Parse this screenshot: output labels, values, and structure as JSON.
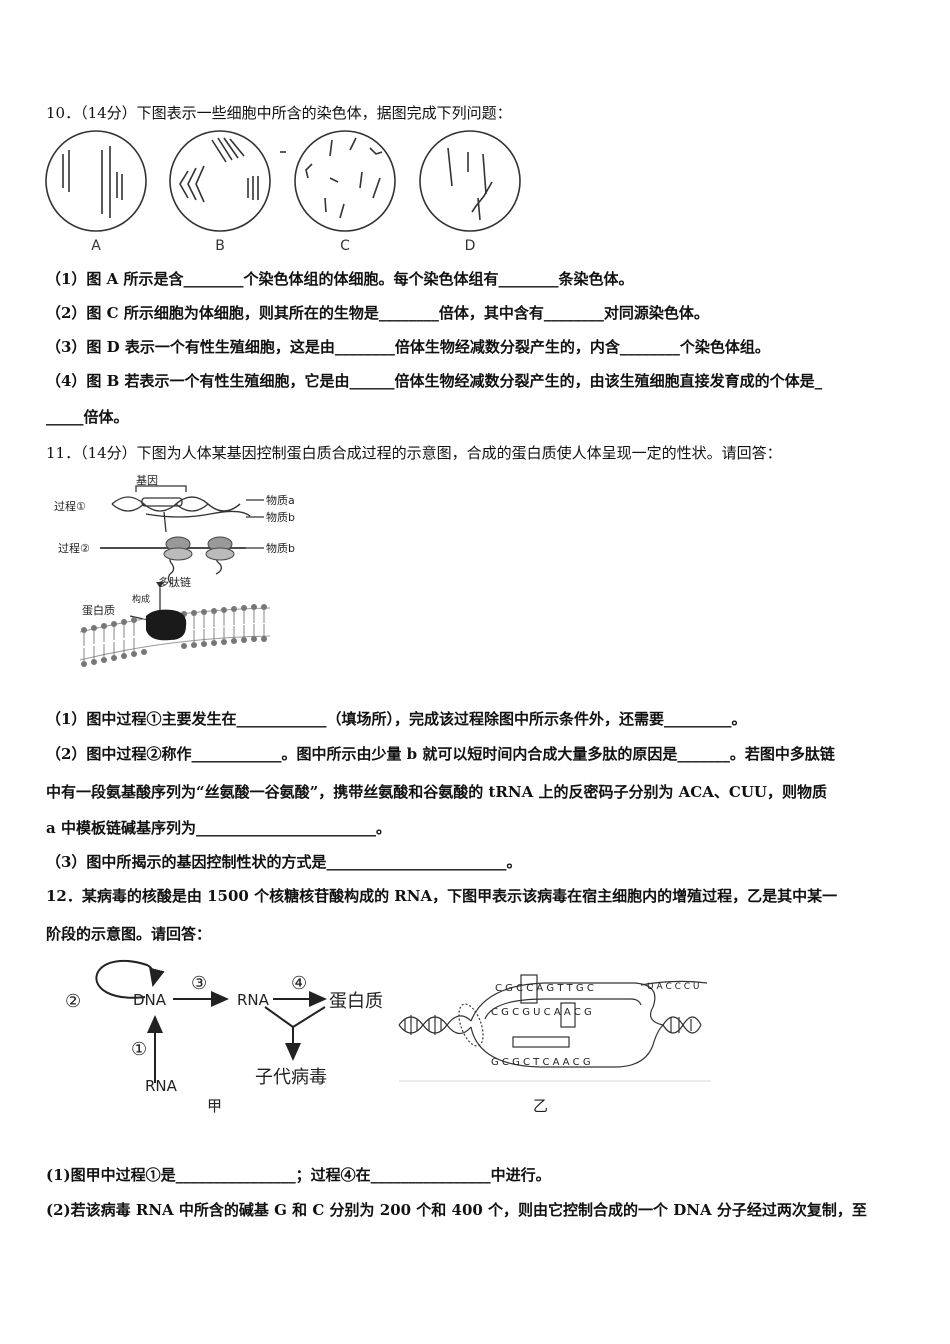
{
  "q10": {
    "stem": "10．（14分）下图表示一些细胞中所含的染色体，据图完成下列问题：",
    "fig_labels": [
      "A",
      "B",
      "C",
      "D"
    ],
    "p1": "（1）图 A 所示是含________个染色体组的体细胞。每个染色体组有________条染色体。",
    "p2": "（2）图 C 所示细胞为体细胞，则其所在的生物是________倍体，其中含有________对同源染色体。",
    "p3": "（3）图 D 表示一个有性生殖细胞，这是由________倍体生物经减数分裂产生的，内含________个染色体组。",
    "p4a": "（4）图 B 若表示一个有性生殖细胞，它是由______倍体生物经减数分裂产生的，由该生殖细胞直接发育成的个体是_",
    "p4b": "_____倍体。"
  },
  "q11": {
    "stem": "11．（14分）下图为人体某基因控制蛋白质合成过程的示意图，合成的蛋白质使人体呈现一定的性状。请回答：",
    "fig": {
      "gene": "基因",
      "process1": "过程①",
      "process2": "过程②",
      "substance_a": "物质a",
      "substance_b1": "物质b",
      "substance_b2": "物质b",
      "polypeptide": "多肽链",
      "constitute": "构成",
      "protein": "蛋白质"
    },
    "p1": "（1）图中过程①主要发生在____________（填场所），完成该过程除图中所示条件外，还需要_________。",
    "p2a": "（2）图中过程②称作____________。图中所示由少量 b 就可以短时间内合成大量多肽的原因是_______。若图中多肽链",
    "p2b": "中有一段氨基酸序列为“丝氨酸一谷氨酸”，携带丝氨酸和谷氨酸的 tRNA 上的反密码子分别为 ACA、CUU，则物质",
    "p2c": "a 中模板链碱基序列为________________________。",
    "p3": "（3）图中所揭示的基因控制性状的方式是________________________。"
  },
  "q12": {
    "stem_a": "12．某病毒的核酸是由 1500 个核糖核苷酸构成的 RNA，下图甲表示该病毒在宿主细胞内的增殖过程，乙是其中某一",
    "stem_b": "阶段的示意图。请回答：",
    "jia": {
      "num1": "①",
      "num2": "②",
      "num3": "③",
      "num4": "④",
      "dna": "DNA",
      "rna_mid": "RNA",
      "rna_bottom": "RNA",
      "protein": "蛋白质",
      "progeny": "子代病毒",
      "caption": "甲"
    },
    "yi": {
      "top_bases": "C G C C A G T T G C",
      "mid_bases": "C G C G U C A A C G",
      "tail_bases": "U A C C C U",
      "bottom_bases": "G C G C T C A A C G",
      "caption": "乙"
    },
    "p1": "(1)图甲中过程①是________________；过程④在________________中进行。",
    "p2": "(2)若该病毒 RNA 中所含的碱基 G 和 C 分别为 200 个和 400 个，则由它控制合成的一个 DNA 分子经过两次复制，至"
  }
}
